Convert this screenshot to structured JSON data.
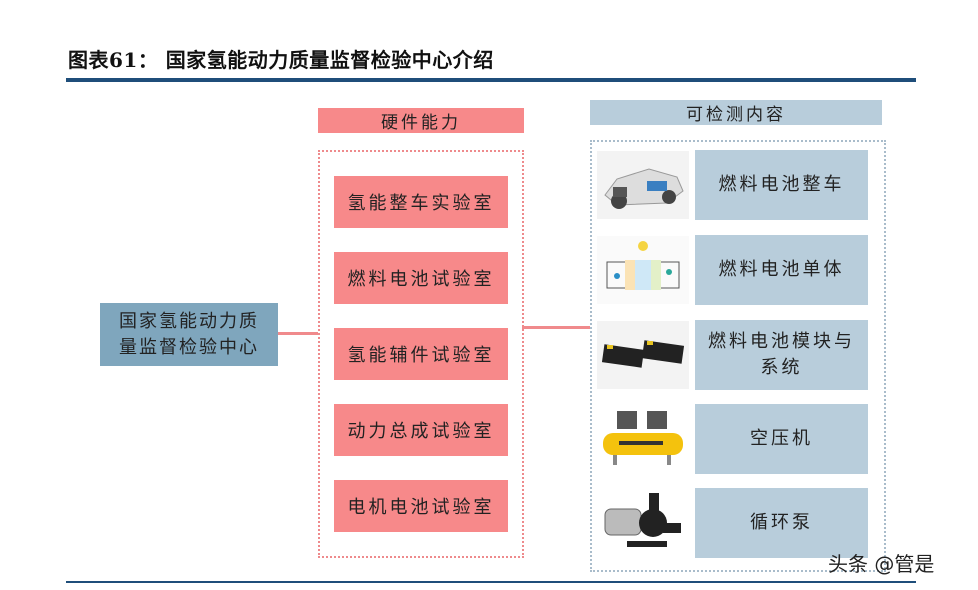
{
  "title": "图表61：  国家氢能动力质量监督检验中心介绍",
  "center": {
    "label": "国家氢能动力质量监督检验中心"
  },
  "hardware": {
    "header": "硬件能力",
    "items": [
      "氢能整车实验室",
      "燃料电池试验室",
      "氢能辅件试验室",
      "动力总成试验室",
      "电机电池试验室"
    ]
  },
  "content": {
    "header": "可检测内容",
    "items": [
      {
        "label": "燃料电池整车",
        "icon": "car-chassis-image"
      },
      {
        "label": "燃料电池单体",
        "icon": "fuel-cell-diagram-image"
      },
      {
        "label": "燃料电池模块与系统",
        "icon": "fuel-cell-module-image"
      },
      {
        "label": "空压机",
        "icon": "air-compressor-image"
      },
      {
        "label": "循环泵",
        "icon": "circulation-pump-image"
      }
    ]
  },
  "watermark": "头条 @管是",
  "colors": {
    "navy": "#1f4e7a",
    "pink": "#f7898a",
    "blue_gray": "#b8cddb",
    "center": "#7fa6bd"
  }
}
